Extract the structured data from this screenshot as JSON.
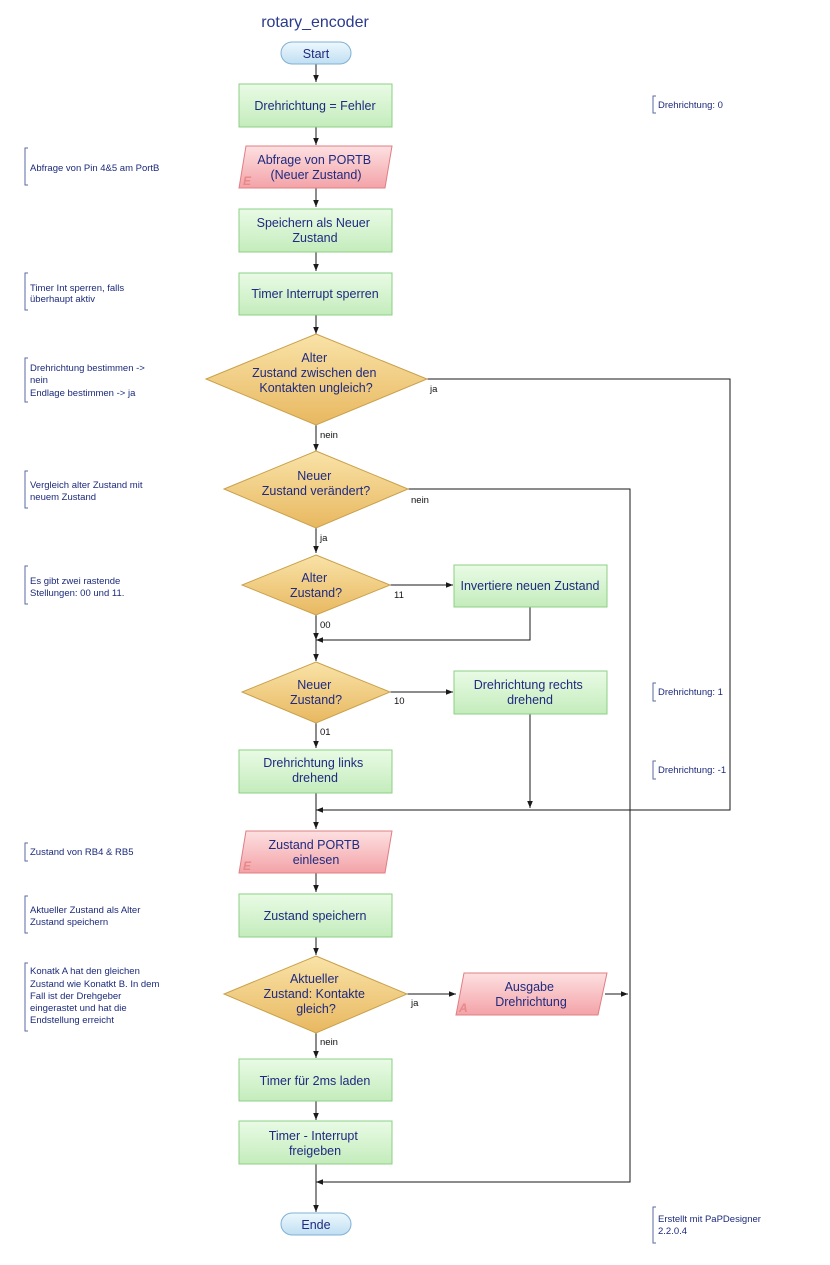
{
  "title": "rotary_encoder",
  "colors": {
    "process_fill": "#d8f5d2",
    "process_stroke": "#8ccf84",
    "io_fill": "#f8b9bc",
    "io_stroke": "#df7f84",
    "decision_fill": "#f2cf7e",
    "decision_stroke": "#c9a04b",
    "terminal_fill": "#d5ebf7",
    "terminal_stroke": "#7fb0d6",
    "text": "#1f2a80",
    "comment_bracket": "#5a6aa6"
  },
  "nodes": {
    "start": "Start",
    "dir_error": "Drehrichtung = Fehler",
    "read_portb": [
      "Abfrage von PORTB",
      "(Neuer Zustand)"
    ],
    "save_new": [
      "Speichern als Neuer",
      "Zustand"
    ],
    "timer_lock": "Timer Interrupt sperren",
    "dec_contacts": [
      "Alter",
      "Zustand zwischen den",
      "Kontakten ungleich?"
    ],
    "dec_changed": [
      "Neuer",
      "Zustand verändert?"
    ],
    "dec_old": [
      "Alter",
      "Zustand?"
    ],
    "invert": "Invertiere neuen Zustand",
    "dec_new": [
      "Neuer",
      "Zustand?"
    ],
    "dir_right": [
      "Drehrichtung rechts",
      "drehend"
    ],
    "dir_left": [
      "Drehrichtung links",
      "drehend"
    ],
    "read_portb2": [
      "Zustand PORTB",
      "einlesen"
    ],
    "save_state": "Zustand speichern",
    "dec_current": [
      "Aktueller",
      "Zustand: Kontakte",
      "gleich?"
    ],
    "output_dir": [
      "Ausgabe",
      "Drehrichtung"
    ],
    "load_timer": "Timer für 2ms laden",
    "enable_timer": [
      "Timer - Interrupt",
      "freigeben"
    ],
    "end": "Ende",
    "io_in_mark": "E",
    "io_out_mark": "A"
  },
  "edge_labels": {
    "contacts_yes": "ja",
    "contacts_no": "nein",
    "changed_no": "nein",
    "changed_yes": "ja",
    "old_11": "11",
    "old_00": "00",
    "new_10": "10",
    "new_01": "01",
    "current_yes": "ja",
    "current_no": "nein"
  },
  "comments": {
    "dir_zero": [
      "Drehrichtung: 0"
    ],
    "query_pins": [
      "Abfrage von Pin 4&5 am PortB"
    ],
    "timer_lock": [
      "Timer Int sperren, falls",
      "überhaupt aktiv"
    ],
    "dir_determine": [
      "Drehrichtung bestimmen ->",
      "nein",
      "Endlage bestimmen -> ja"
    ],
    "compare": [
      "Vergleich alter Zustand mit",
      "neuem Zustand"
    ],
    "detent": [
      "Es gibt zwei rastende",
      "Stellungen: 00 und 11."
    ],
    "dir_one": [
      "Drehrichtung: 1"
    ],
    "dir_minus_one": [
      "Drehrichtung: -1"
    ],
    "rb_state": [
      "Zustand von RB4 & RB5"
    ],
    "save_old": [
      "Aktueller Zustand als Alter",
      "Zustand speichern"
    ],
    "contact_note": [
      "Konatk A hat den gleichen",
      "Zustand wie Konatkt B. In dem",
      "Fall ist der Drehgeber",
      "eingerastet und hat die",
      "Endstellung erreicht"
    ],
    "created_with": [
      "Erstellt mit PaPDesigner",
      "2.2.0.4"
    ]
  }
}
